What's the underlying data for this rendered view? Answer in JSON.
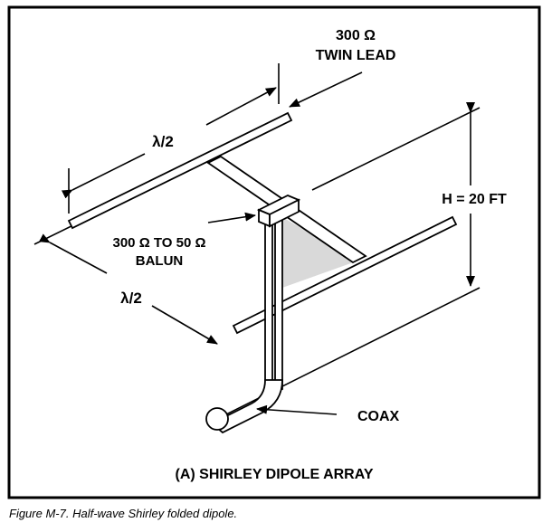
{
  "labels": {
    "twin_lead_line1": "300 Ω",
    "twin_lead_line2": "TWIN LEAD",
    "lambda_top": "λ/2",
    "lambda_bottom": "λ/2",
    "height": "H = 20 FT",
    "balun_line1": "300 Ω TO 50 Ω",
    "balun_line2": "BALUN",
    "coax": "COAX",
    "panel_title": "(A)  SHIRLEY DIPOLE ARRAY"
  },
  "caption": "Figure M-7. Half-wave Shirley folded dipole."
}
